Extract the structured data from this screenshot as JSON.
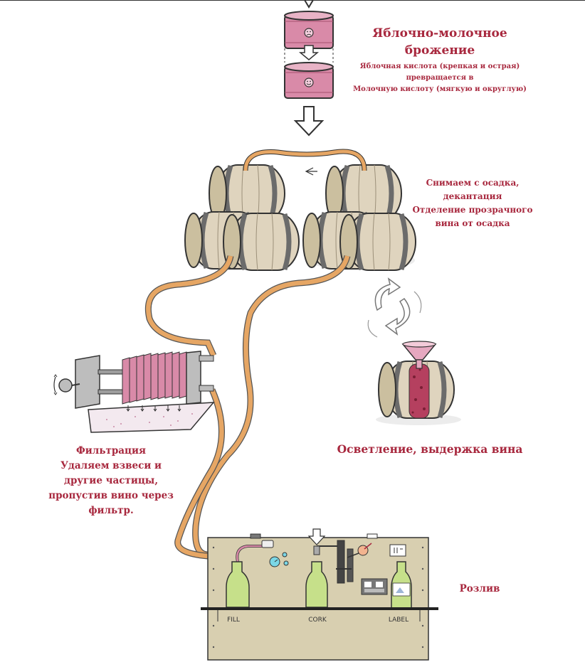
{
  "steps": {
    "malolactic": {
      "title": [
        "Яблочно-молочное",
        "брожение"
      ],
      "desc": [
        "Яблочная кислота (крепкая и острая)",
        "превращается в",
        "Молочную кислоту (мягкую и округлую)"
      ]
    },
    "racking": {
      "lines": [
        "Снимаем с осадка,",
        "декантация",
        "Отделение прозрачного",
        "вина от осадка"
      ]
    },
    "filtration": {
      "title": "Фильтрация",
      "lines": [
        "Удаляем взвеси и",
        "другие частицы,",
        "пропустив вино через",
        "фильтр."
      ]
    },
    "aging": {
      "title": "Осветление, выдержка вина"
    },
    "bottling": {
      "title": "Розлив",
      "stations": [
        "FILL",
        "CORK",
        "LABEL"
      ]
    }
  },
  "colors": {
    "accent": "#a8283e",
    "tank": "#d98aa8",
    "barrel": "#dfd4be",
    "hose": "#e6a664",
    "machine": "#d8cfb0"
  },
  "icons": [
    "down-arrow-icon",
    "sad-face-icon",
    "happy-face-icon",
    "cycle-arrows-icon",
    "funnel-icon"
  ]
}
